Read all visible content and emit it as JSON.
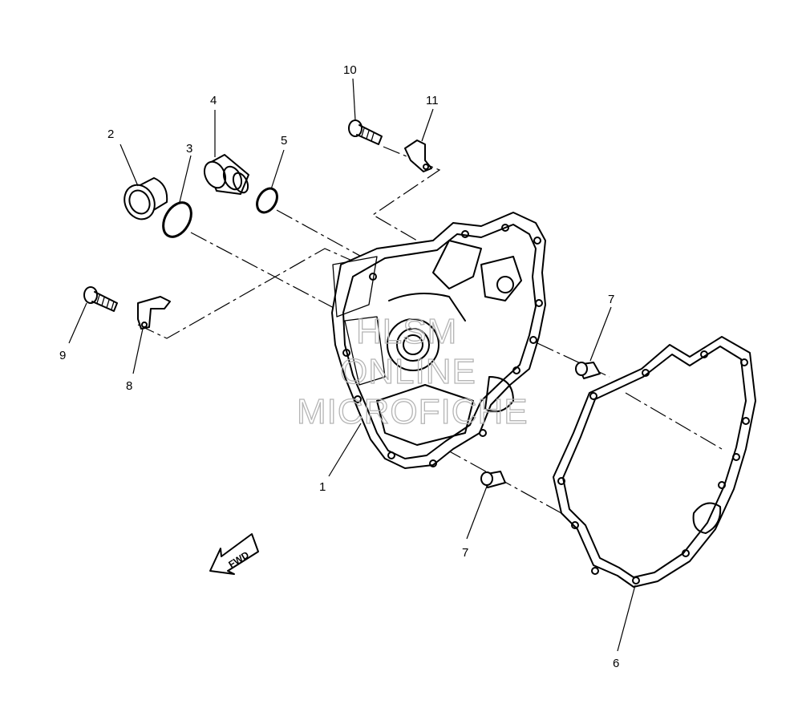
{
  "diagram": {
    "callouts": [
      {
        "id": "1",
        "label": "1"
      },
      {
        "id": "2",
        "label": "2"
      },
      {
        "id": "3",
        "label": "3"
      },
      {
        "id": "4",
        "label": "4"
      },
      {
        "id": "5",
        "label": "5"
      },
      {
        "id": "6",
        "label": "6"
      },
      {
        "id": "7a",
        "label": "7"
      },
      {
        "id": "7b",
        "label": "7"
      },
      {
        "id": "8",
        "label": "8"
      },
      {
        "id": "9",
        "label": "9"
      },
      {
        "id": "10",
        "label": "10"
      },
      {
        "id": "11",
        "label": "11"
      }
    ],
    "fwd_label": "FWD",
    "watermark": [
      "HLSM",
      "ONLINE",
      "MICROFICHE"
    ]
  }
}
